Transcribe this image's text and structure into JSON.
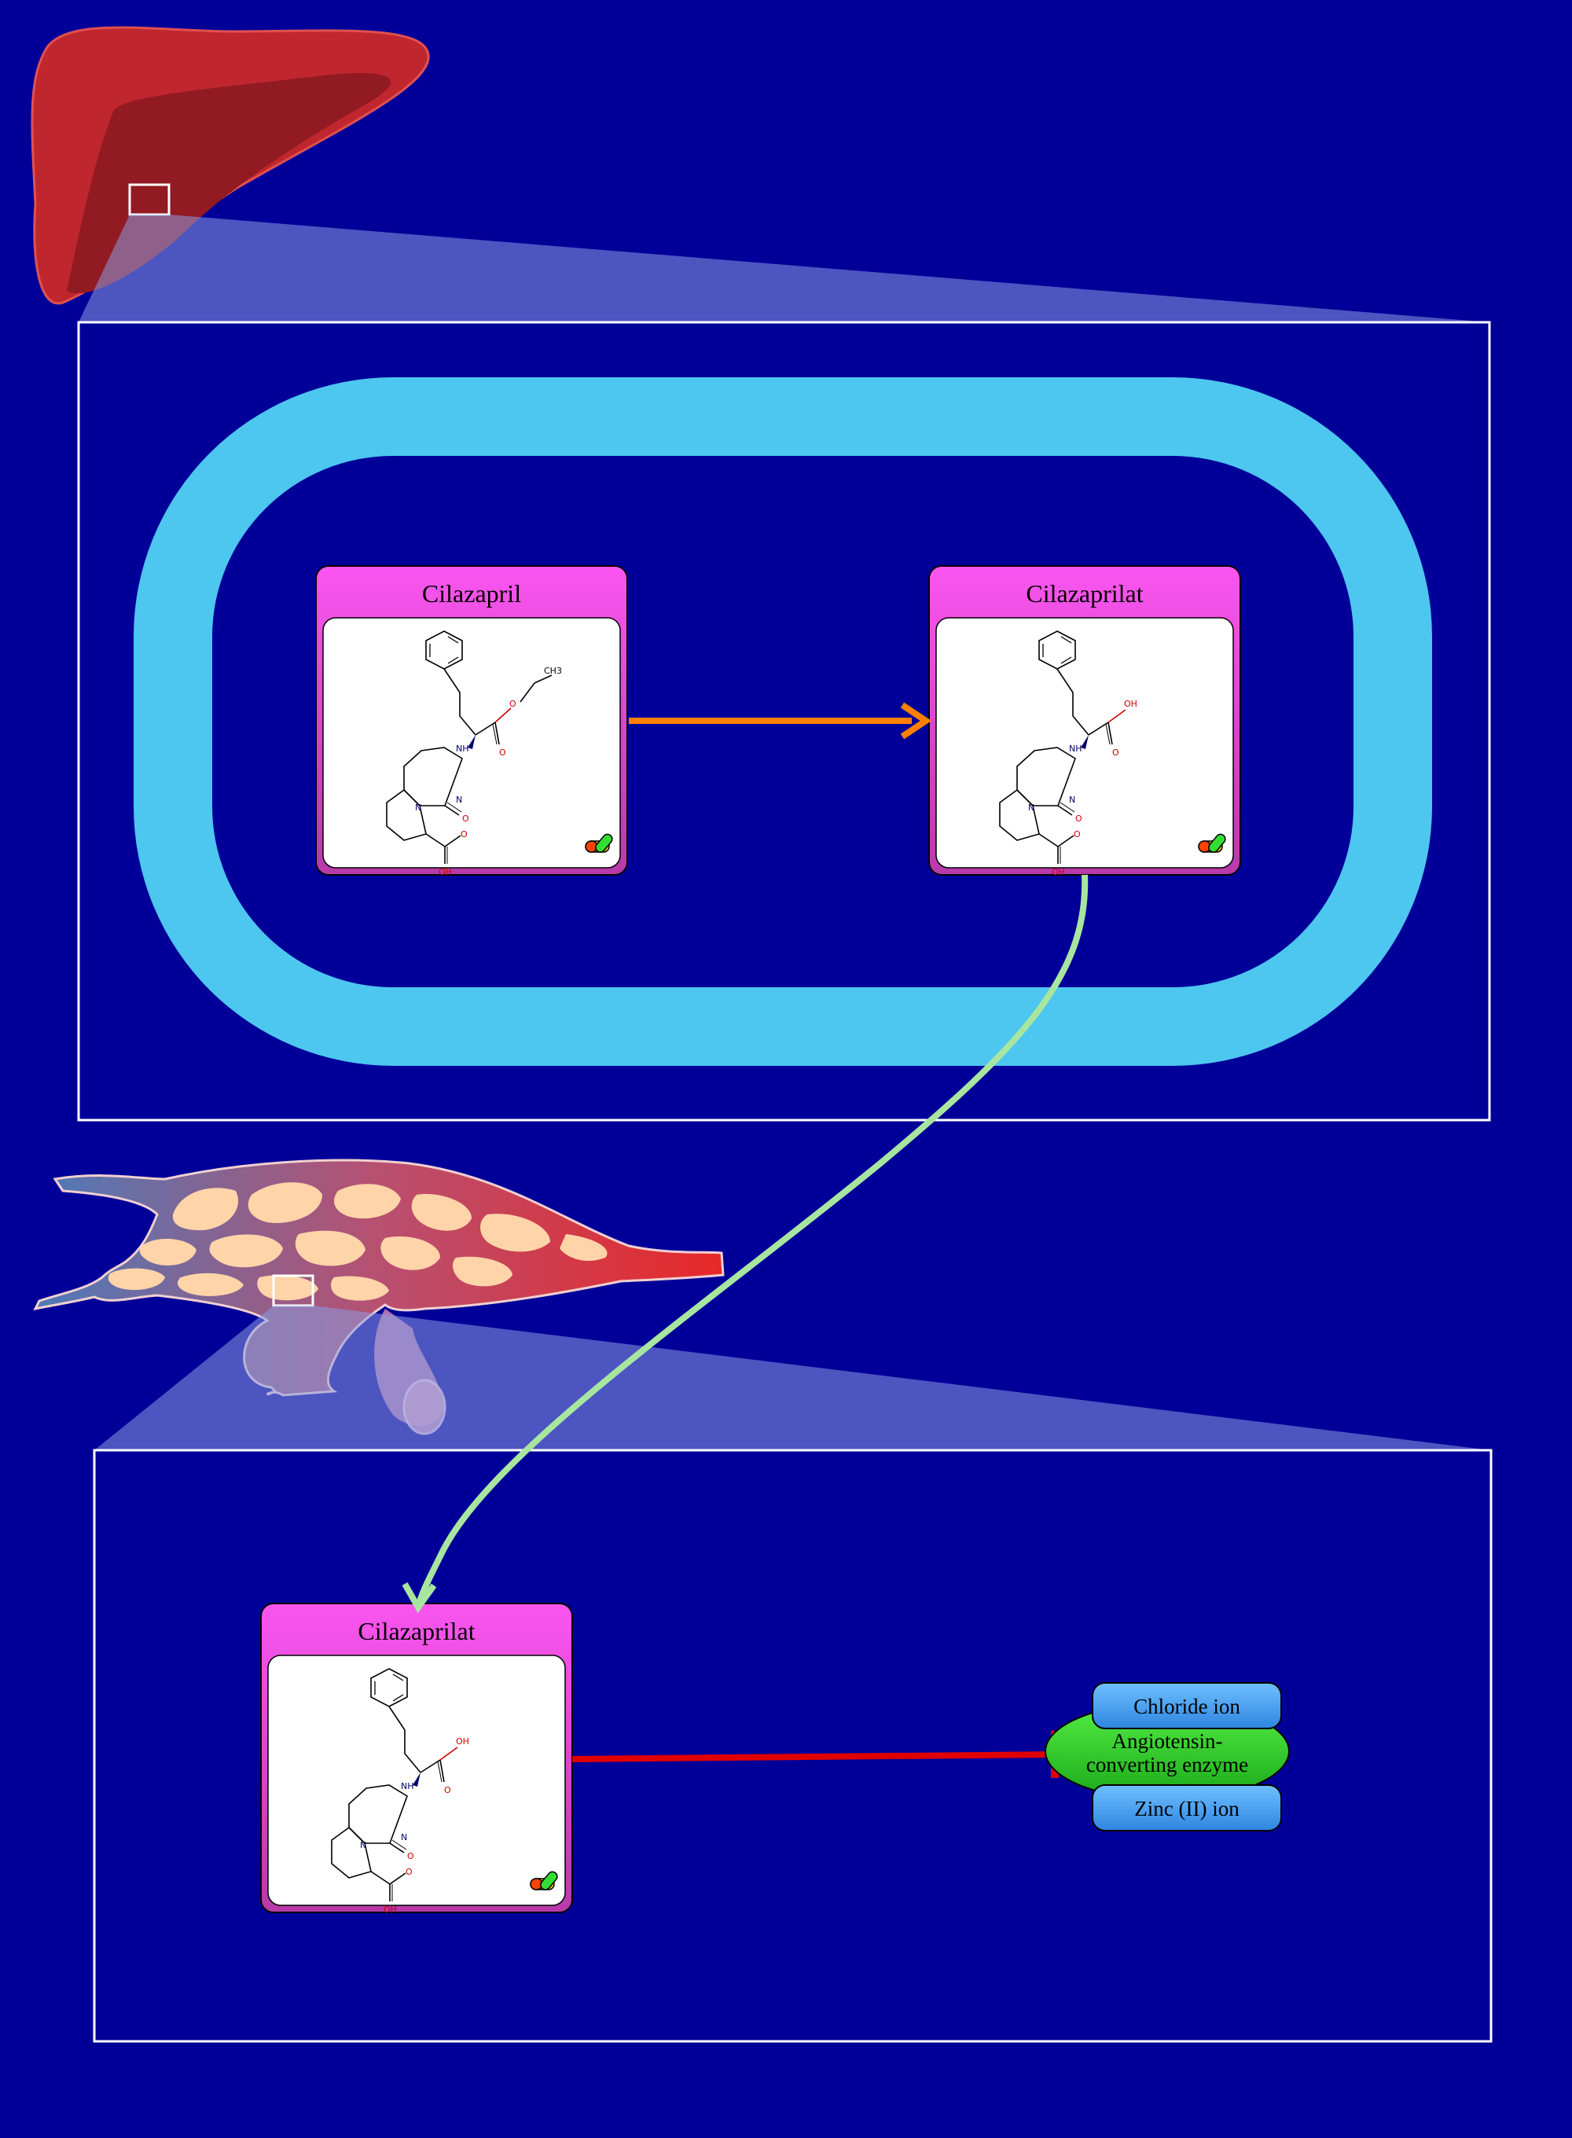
{
  "colors": {
    "background": "#000099",
    "cell_membrane": "#4dc6f0",
    "compound_header": "#fa55f0",
    "conversion_arrow": "#ff8000",
    "transport_arrow": "#a8e6a0",
    "inhibition": "#e00000",
    "protein": "#33cc33",
    "ion": "#4da6f0"
  },
  "compounds": {
    "cilazapril": {
      "title": "Cilazapril",
      "ester_label": "CH3"
    },
    "cilazaprilat_liver": {
      "title": "Cilazaprilat"
    },
    "cilazaprilat_blood": {
      "title": "Cilazaprilat"
    }
  },
  "atom_labels": {
    "nitrogen": "N",
    "amine": "NH",
    "oxygen": "O",
    "hydroxyl": "OH"
  },
  "enzyme": {
    "name_line1": "Angiotensin-",
    "name_line2": "converting enzyme",
    "cofactor_top": "Chloride ion",
    "cofactor_bottom": "Zinc (II) ion"
  },
  "icons": {
    "organ": "liver-icon",
    "tissue": "capillary-bed-icon",
    "drug_badge": "pill-capsule-icon"
  }
}
